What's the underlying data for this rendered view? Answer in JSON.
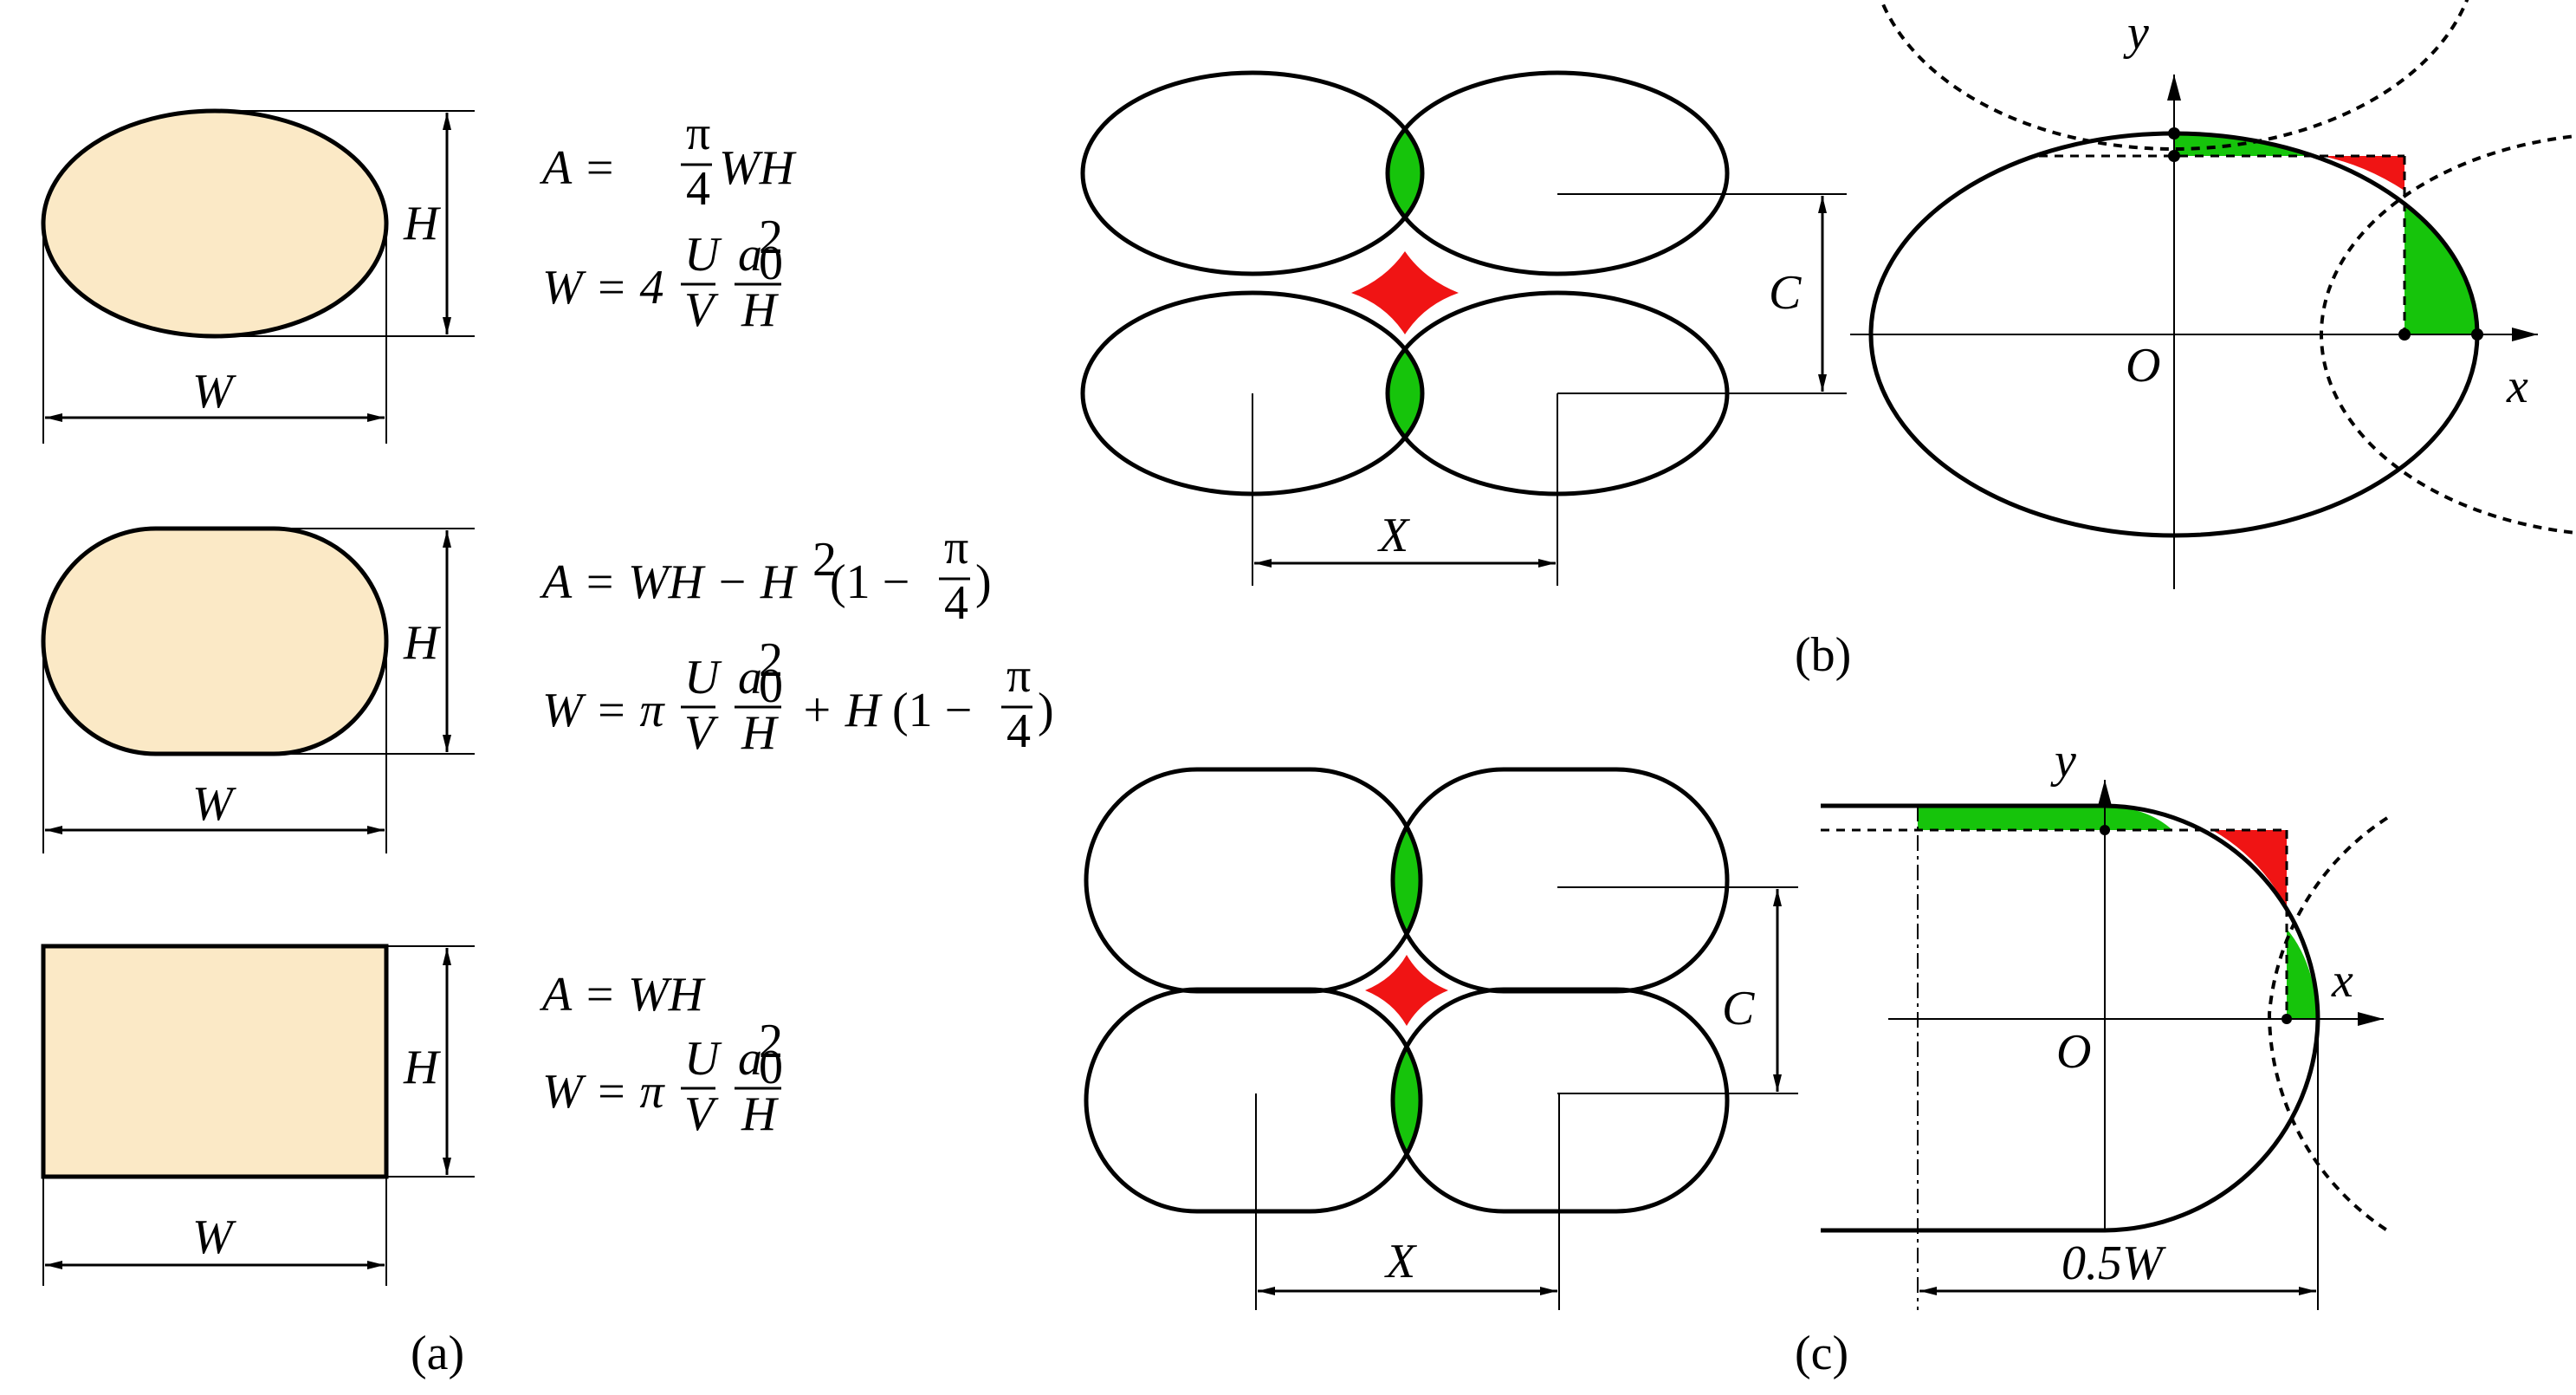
{
  "captions": {
    "a": "(a)",
    "b": "(b)",
    "c": "(c)"
  },
  "labels": {
    "W": "W",
    "H": "H",
    "C": "C",
    "X": "X",
    "x": "x",
    "y": "y",
    "O": "O",
    "half_W": "0.5W"
  },
  "equations": {
    "ellipse": {
      "area": {
        "lhs": "A = ",
        "num": "π",
        "den": "4",
        "rhs": "WH"
      },
      "width": {
        "lhs": "W = 4",
        "u": "U",
        "v": "V",
        "a": "a",
        "sub": "0",
        "sup": "2",
        "h": "H"
      }
    },
    "stadium": {
      "area": {
        "lhs": "A = WH − H",
        "sup": "2",
        "open": "(1 − ",
        "num": "π",
        "den": "4",
        "close": ")"
      },
      "width": {
        "lhs": "W = π",
        "u": "U",
        "v": "V",
        "a": "a",
        "sub": "0",
        "sup": "2",
        "h": "H",
        "plus": "+ H",
        "open": "(1 − ",
        "num": "π",
        "den": "4",
        "close": ")"
      }
    },
    "rectangle": {
      "area": {
        "text": "A = WH"
      },
      "width": {
        "lhs": "W = π",
        "u": "U",
        "v": "V",
        "a": "a",
        "sub": "0",
        "sup": "2",
        "h": "H"
      }
    }
  },
  "colors": {
    "fill_shape": "#FBE9C6",
    "green": "#16C40B",
    "red": "#F01414",
    "stroke": "#000000"
  }
}
